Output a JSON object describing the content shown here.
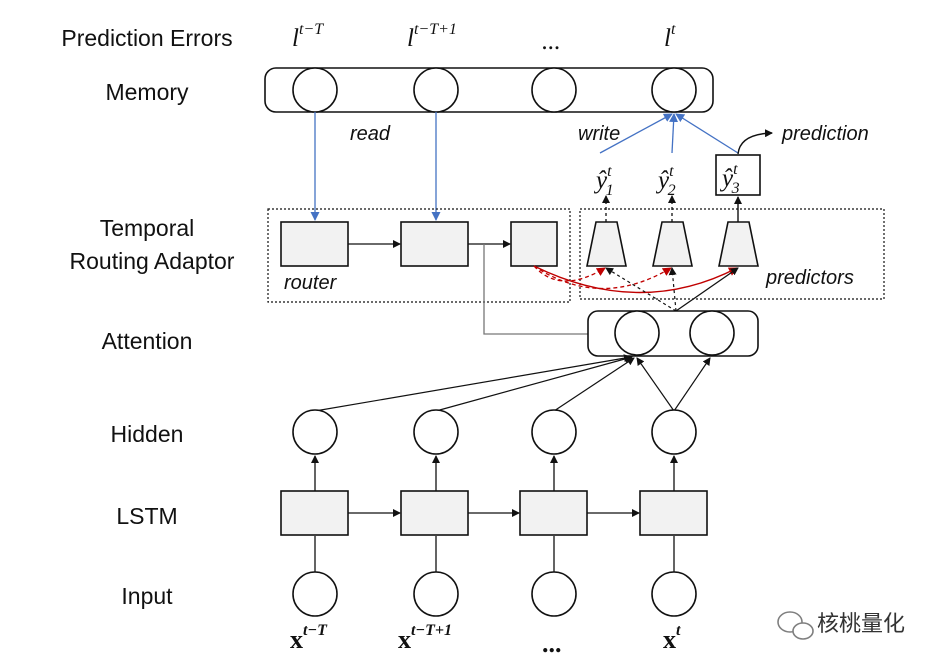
{
  "rows": {
    "prediction_errors": "Prediction Errors",
    "memory": "Memory",
    "tra_line1": "Temporal",
    "tra_line2": "Routing Adaptor",
    "attention": "Attention",
    "hidden": "Hidden",
    "lstm": "LSTM",
    "input": "Input"
  },
  "errors": [
    {
      "base": "l",
      "sup": "t−T"
    },
    {
      "base": "l",
      "sup": "t−T+1"
    },
    {
      "base": "...",
      "sup": ""
    },
    {
      "base": "l",
      "sup": "t"
    }
  ],
  "inputs": [
    {
      "base": "x",
      "sup": "t−T"
    },
    {
      "base": "x",
      "sup": "t−T+1"
    },
    {
      "base": "...",
      "sup": ""
    },
    {
      "base": "x",
      "sup": "t"
    }
  ],
  "annotations": {
    "read": "read",
    "write": "write",
    "prediction": "prediction",
    "router": "router",
    "predictors": "predictors"
  },
  "predictions": [
    {
      "base": "ŷ",
      "sub": "1",
      "sup": "t"
    },
    {
      "base": "ŷ",
      "sub": "2",
      "sup": "t"
    },
    {
      "base": "ŷ",
      "sub": "3",
      "sup": "t"
    }
  ],
  "watermark": "核桃量化",
  "colors": {
    "node_fill": "#f2f2f2",
    "read_write_arrow": "#4472c4",
    "routing_arrow": "#c00000"
  }
}
